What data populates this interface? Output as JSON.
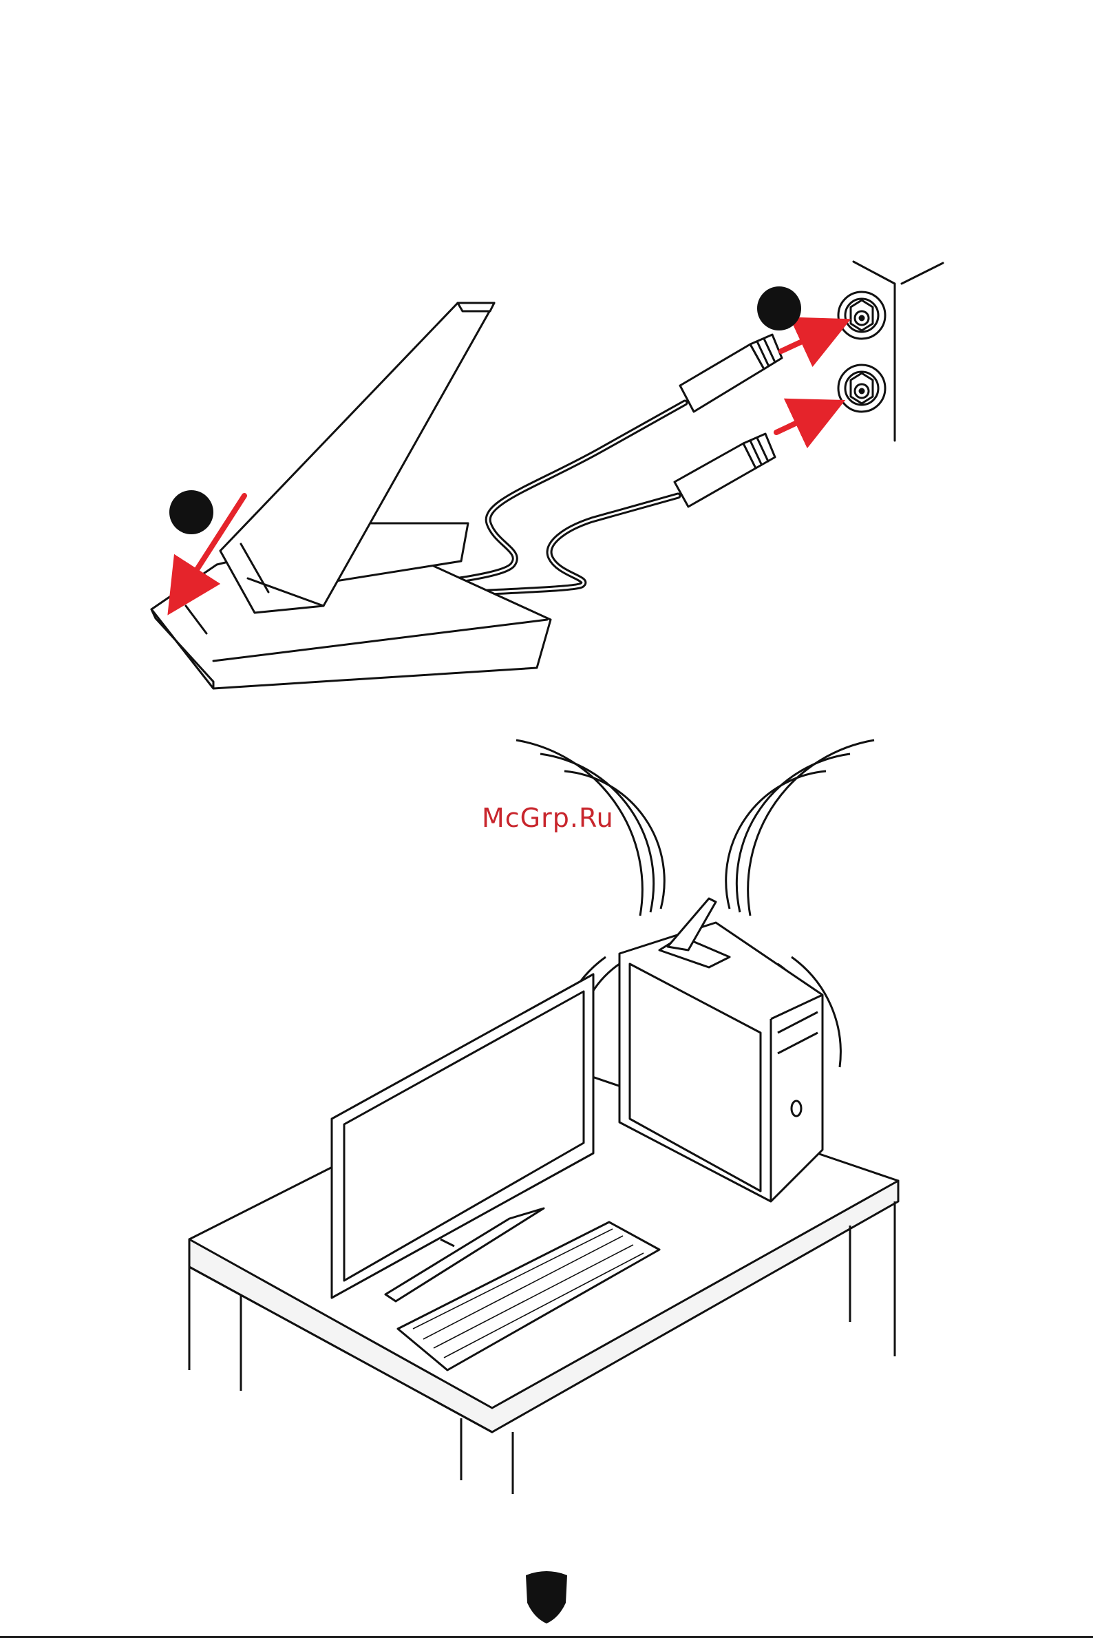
{
  "figure_top": {
    "step1": "",
    "step2": ""
  },
  "watermark": {
    "text": "McGrp.Ru"
  },
  "footer": {
    "page_number": ""
  },
  "colors": {
    "arrow": "#e5242b",
    "line": "#111111",
    "badge": "#111111"
  },
  "icons": [
    "antenna-stand",
    "coax-connector-icon",
    "arrow-icon",
    "desktop-tower",
    "monitor",
    "keyboard",
    "desk",
    "signal-waves",
    "shield-icon"
  ]
}
